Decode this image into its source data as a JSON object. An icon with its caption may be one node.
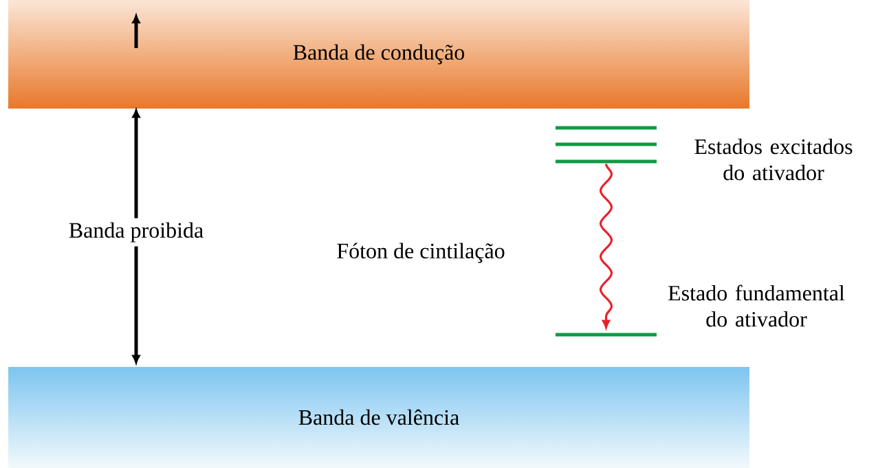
{
  "diagram": {
    "nodes": [
      {
        "text": [
          "Banda de condução"
        ]
      },
      {
        "text": [
          "Banda de valência"
        ]
      },
      {
        "text": [],
        "shape": "bar",
        "beside": [
          "Estados excitados do ativador"
        ]
      },
      {
        "text": [],
        "shape": "bar",
        "beside": [
          "Estado fundamental do ativador"
        ]
      }
    ],
    "edges": [
      {
        "from": 0,
        "to": 1,
        "arrow": "both",
        "label": "Banda proibida"
      },
      {
        "from": 2,
        "to": 3,
        "arrow": "to",
        "color": "#e8202a"
      }
    ],
    "labels": [
      "Fóton de cintilação"
    ]
  }
}
